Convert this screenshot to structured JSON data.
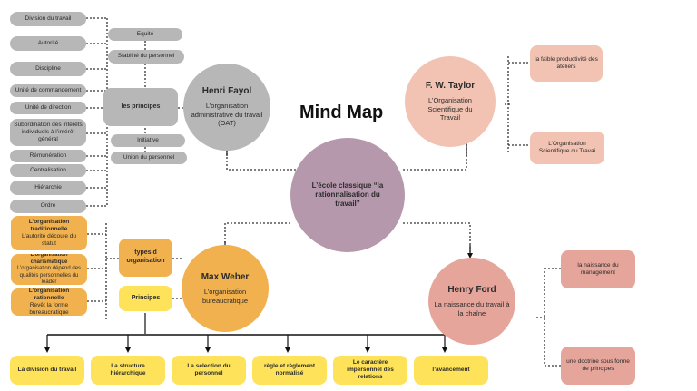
{
  "title": "Mind Map",
  "center": {
    "text": "L’école classique “la rationnalisation du travail”"
  },
  "fayol": {
    "name": "Henri Fayol",
    "desc": "L’organisation administrative du travail (OAT)",
    "principles_label": "les principes",
    "left_list": [
      "Division du travail",
      "Autorité",
      "Discipline",
      "Unité de commandement",
      "Unité de direction",
      "Subordination des intérêts individuels à l’intérêt général",
      "Rémunération",
      "Centralisation",
      "Hiérarchie",
      "Ordre"
    ],
    "right_list": [
      "Equité",
      "Stabilité du personnel",
      "Initiative",
      "Union du personnel"
    ]
  },
  "taylor": {
    "name": "F. W. Taylor",
    "desc": "L’Organisation Scientifique du Travail",
    "items": [
      "la faible productivité des ateliers",
      "L’Organisation Scientifique du Travai"
    ]
  },
  "weber": {
    "name": "Max Weber",
    "desc": "L’organisation bureaucratique",
    "types_label": "types d organisation",
    "principes_label": "Principes",
    "types": [
      {
        "title": "L’organisation traditionnelle",
        "text": "L’autorité découle du statut"
      },
      {
        "title": "L’organisation charismatique",
        "text": "L’organisation dépend des qualités personnelles du leader"
      },
      {
        "title": "L’organisation rationnelle",
        "text": "Revêt la forme bureaucratique"
      }
    ],
    "principles": [
      "La division du travail",
      "La structure hiérarchique",
      "La selection du personnel",
      "règle et règlement normalisé",
      "Le caractère impersonnel des relations",
      "l’avancement"
    ]
  },
  "ford": {
    "name": "Henry Ford",
    "desc": "La naissance du travail à la chaîne",
    "items": [
      "la naissance du management",
      "une doctrine sous forme de principes"
    ]
  }
}
